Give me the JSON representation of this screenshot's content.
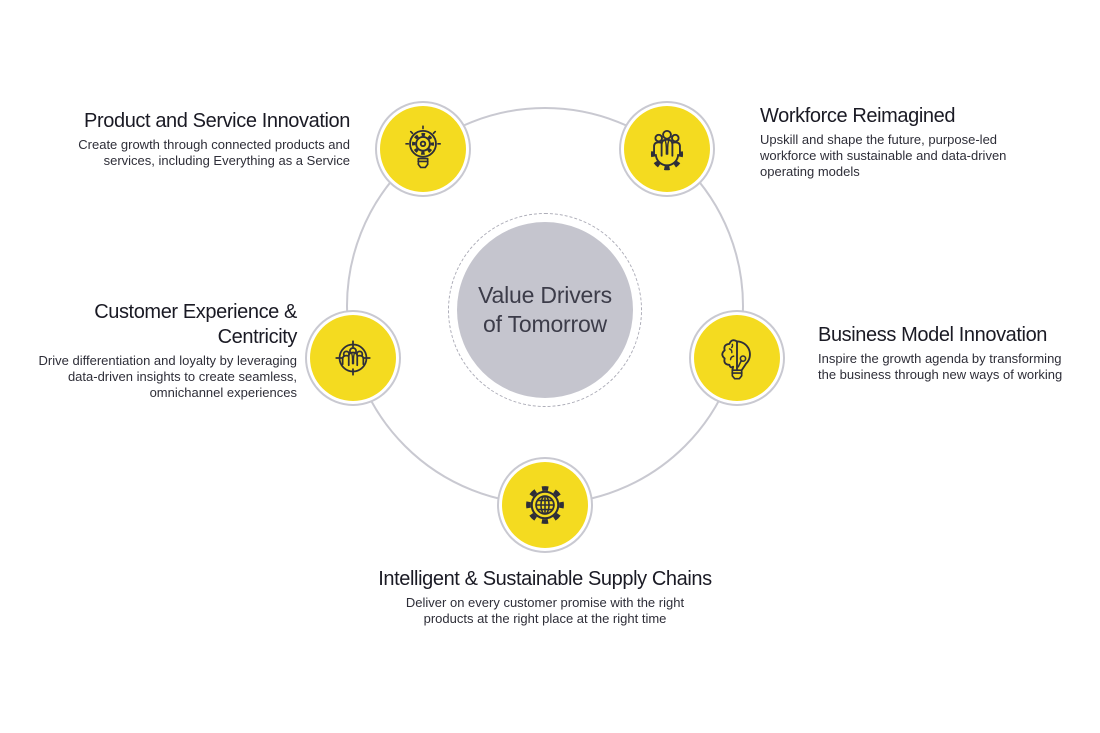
{
  "diagram": {
    "center": {
      "line1": "Value Drivers",
      "line2": "of Tomorrow"
    },
    "drivers": [
      {
        "title": "Product and Service Innovation",
        "description": "Create growth through connected products and services, including Everything as a Service",
        "icon": "bulb-gear-icon"
      },
      {
        "title": "Workforce Reimagined",
        "description": "Upskill and shape the future, purpose-led workforce with sustainable and data-driven operating models",
        "icon": "people-gear-icon"
      },
      {
        "title": "Customer Experience & Centricity",
        "description": "Drive differentiation and loyalty by leveraging data-driven insights to create seamless, omnichannel experiences",
        "icon": "people-target-icon"
      },
      {
        "title": "Business Model Innovation",
        "description": "Inspire the growth agenda by transforming the business through new ways of working",
        "icon": "brain-bulb-icon"
      },
      {
        "title": "Intelligent & Sustainable Supply Chains",
        "description": "Deliver on every customer promise with the right products at the right place at the right time",
        "icon": "globe-gear-icon"
      }
    ],
    "colors": {
      "node_yellow": "#F4DB20",
      "ring_gray": "#C9C9D1",
      "center_fill": "#C5C5CE",
      "center_dash": "#ADADB8",
      "icon_stroke": "#2E2E38",
      "title_text": "#1A1A24",
      "body_text": "#2E2E38"
    }
  }
}
